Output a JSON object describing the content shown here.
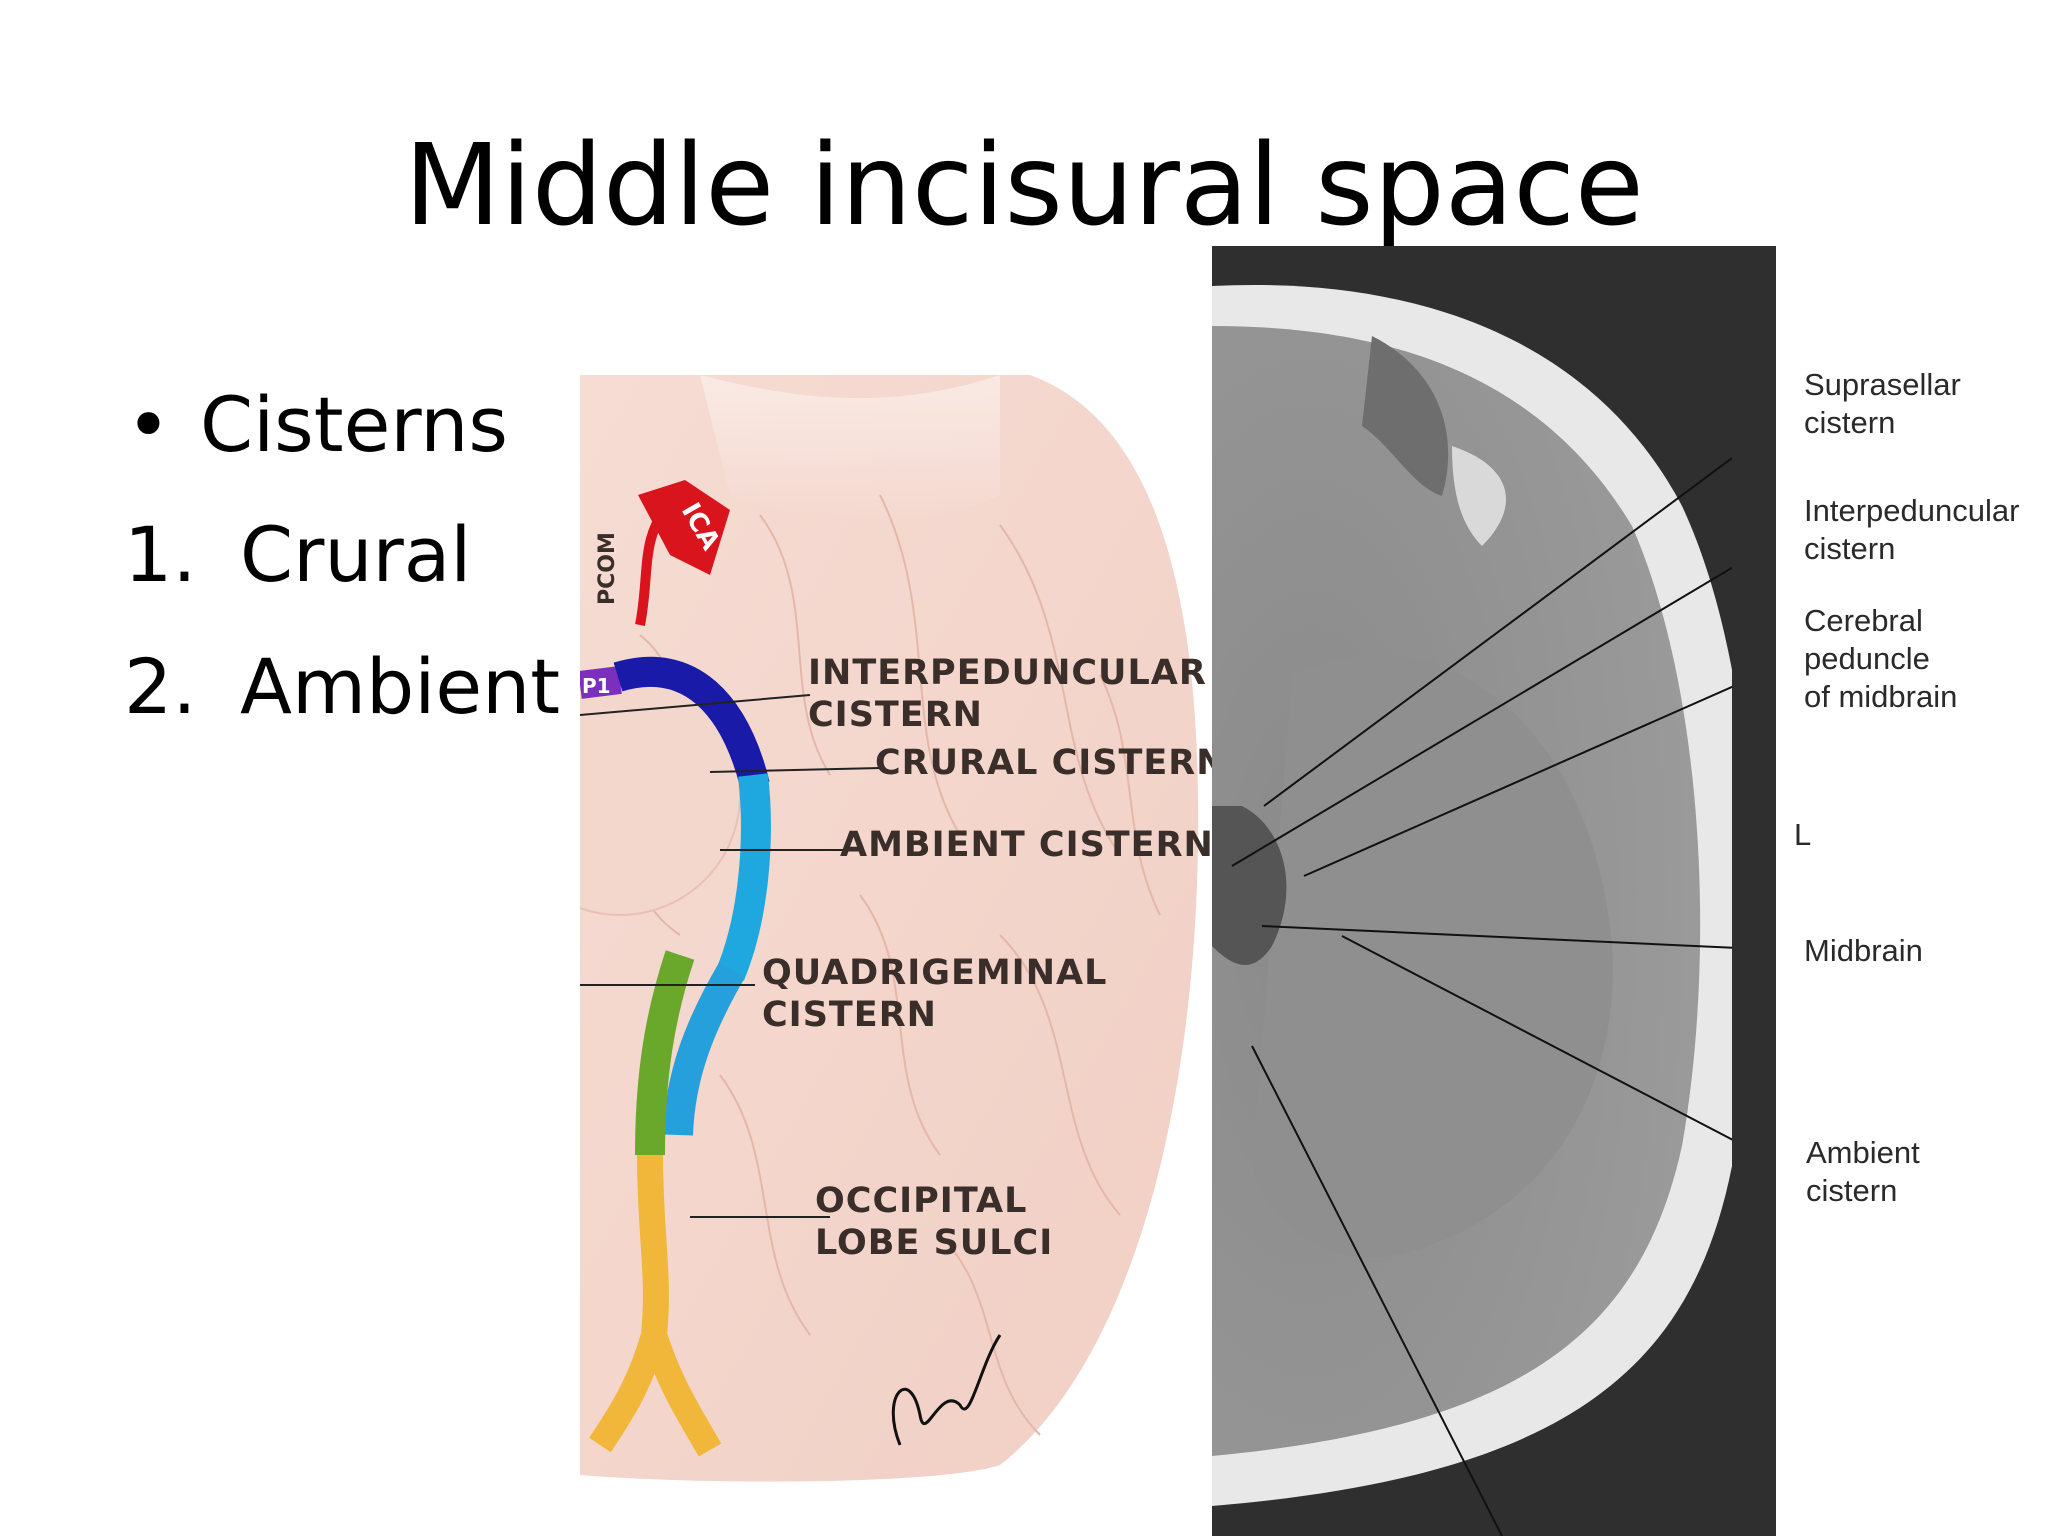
{
  "slide": {
    "title": "Middle incisural space",
    "bullets": [
      {
        "marker": "•",
        "text": "Cisterns"
      },
      {
        "marker": "1.",
        "text": "Crural"
      },
      {
        "marker": "2.",
        "text": "Ambient"
      }
    ]
  },
  "illustration": {
    "vessel_labels": {
      "ica": "ICA",
      "pcom": "PCOM",
      "p1": "P1"
    },
    "labels": {
      "interpeduncular": "INTERPEDUNCULAR\nCISTERN",
      "crural": "CRURAL CISTERN",
      "ambient": "AMBIENT CISTERN",
      "quadrigeminal": "QUADRIGEMINAL\nCISTERN",
      "occipital": "OCCIPITAL\nLOBE SULCI"
    }
  },
  "ct_scan": {
    "labels": {
      "suprasellar": "Suprasellar\ncistern",
      "interpeduncular": "Interpeduncular\ncistern",
      "cerebral_peduncle": "Cerebral\npeduncle\nof midbrain",
      "side_marker": "L",
      "midbrain": "Midbrain",
      "ambient": "Ambient\ncistern"
    }
  }
}
